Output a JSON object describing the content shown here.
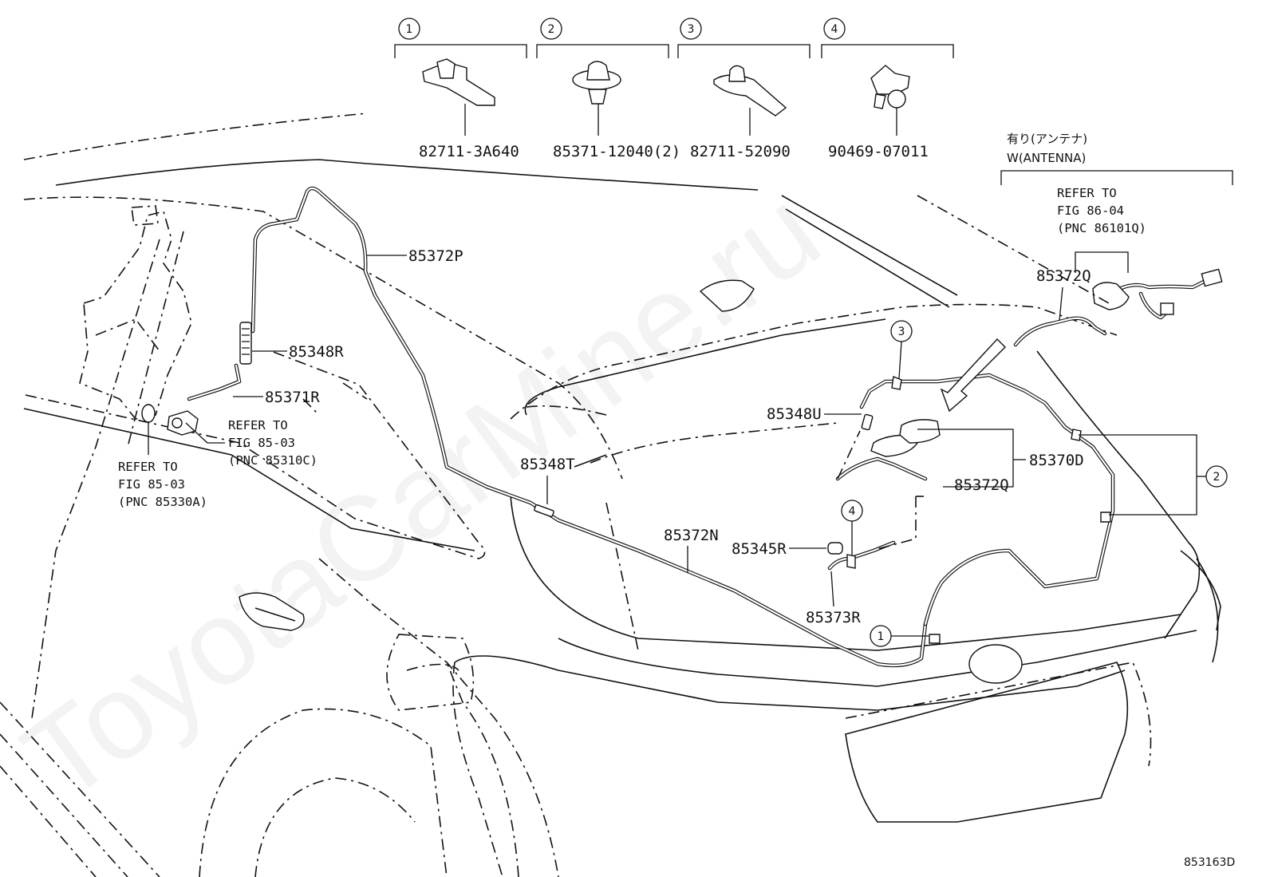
{
  "watermark": "ToyotaCarMine.ru",
  "figure_code": "853163D",
  "detail_parts": [
    {
      "callout": "1",
      "part_no": "82711-3A640"
    },
    {
      "callout": "2",
      "part_no": "85371-12040(2)"
    },
    {
      "callout": "3",
      "part_no": "82711-52090"
    },
    {
      "callout": "4",
      "part_no": "90469-07011"
    }
  ],
  "antenna_variant": {
    "title_jp": "有り(アンテナ)",
    "title_en": "W(ANTENNA)",
    "refer_lines": [
      "REFER TO",
      "FIG 86-04",
      "(PNC 86101Q)"
    ]
  },
  "labels": {
    "p85372P": "85372P",
    "p85348R": "85348R",
    "p85371R": "85371R",
    "p85348T": "85348T",
    "p85372N": "85372N",
    "p85348U": "85348U",
    "p85370D": "85370D",
    "p85372Q_top": "85372Q",
    "p85372Q_mid": "85372Q",
    "p85345R": "85345R",
    "p85373R": "85373R"
  },
  "refer_notes": {
    "pump": [
      "REFER TO",
      "FIG 85-03",
      "(PNC 85310C)"
    ],
    "tank": [
      "REFER TO",
      "FIG 85-03",
      "(PNC 85330A)"
    ]
  },
  "callouts_on_diagram": {
    "c3": "3",
    "c2": "2",
    "c4": "4",
    "c1": "1"
  }
}
